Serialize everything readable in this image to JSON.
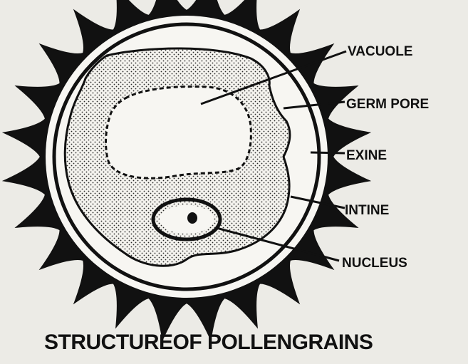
{
  "labels": {
    "vacuole": "VACUOLE",
    "germ_pore": "GERM PORE",
    "exine": "EXINE",
    "intine": "INTINE",
    "nucleus": "NUCLEUS"
  },
  "caption": "STRUCTUREOF POLLENGRAINS",
  "colors": {
    "ink": "#111111",
    "paper": "#ecebe6",
    "stipple": "#2a2a2a"
  }
}
